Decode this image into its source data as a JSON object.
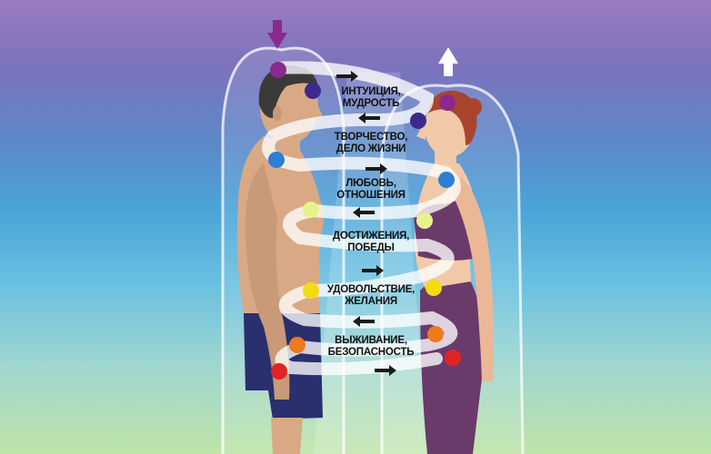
{
  "colors": {
    "crown": "#8a2a8f",
    "third_eye": "#3b2a8c",
    "throat": "#2c7fd4",
    "heart": "#e8f28c",
    "solar_plexus": "#f2dc10",
    "sacral": "#ee7a1e",
    "root": "#e02424",
    "male_skin": "#d9a986",
    "female_skin": "#f2c9a8",
    "male_shorts": "#2a2f6e",
    "female_clothes": "#6a3a6a",
    "male_hair": "#3a3a3a",
    "female_hair": "#a8452c"
  },
  "labels": [
    {
      "line1": "ИНТУИЦИЯ,",
      "line2": "МУДРОСТЬ"
    },
    {
      "line1": "ТВОРЧЕСТВО,",
      "line2": "ДЕЛО ЖИЗНИ"
    },
    {
      "line1": "ЛЮБОВЬ,",
      "line2": "ОТНОШЕНИЯ"
    },
    {
      "line1": "ДОСТИЖЕНИЯ,",
      "line2": "ПОБЕДЫ"
    },
    {
      "line1": "УДОВОЛЬСТВИЕ,",
      "line2": "ЖЕЛАНИЯ"
    },
    {
      "line1": "ВЫЖИВАНИЕ,",
      "line2": "БЕЗОПАСНОСТЬ"
    }
  ],
  "icons": {
    "down_arrow": "down-arrow-icon",
    "up_arrow": "up-arrow-icon",
    "flow_arrow": "flow-arrow-icon"
  }
}
